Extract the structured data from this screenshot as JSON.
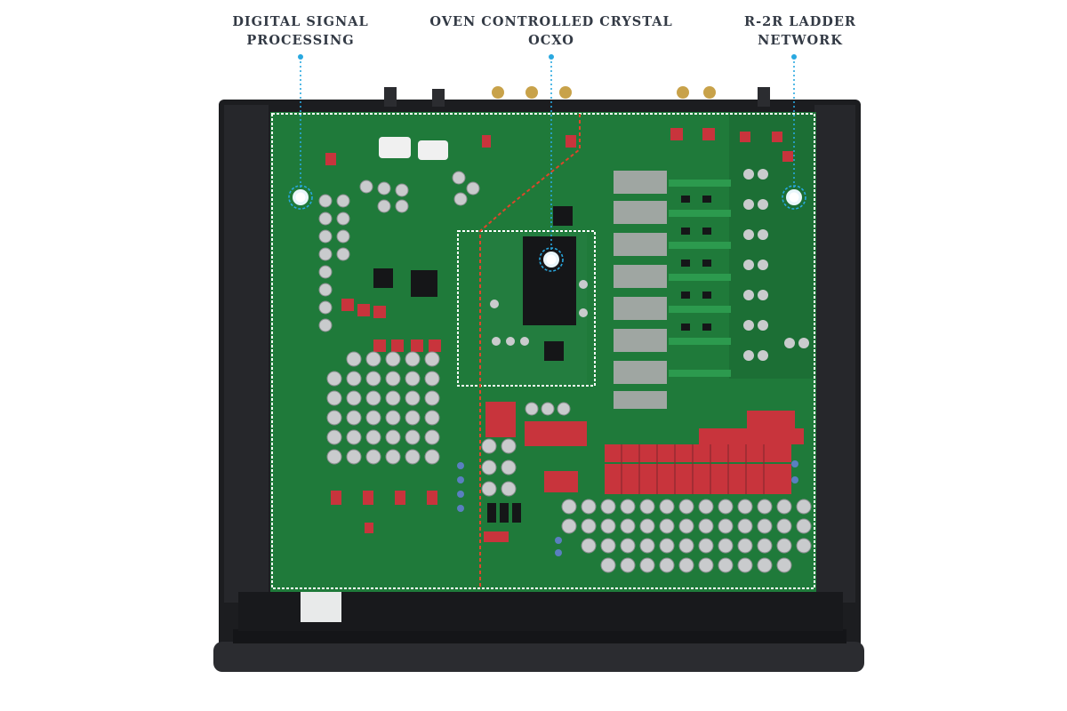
{
  "image": {
    "subject": "Top-down view of an R-2R ladder DAC with its cover removed, annotated with callouts",
    "colors": {
      "background": "#ffffff",
      "chassis": "#1c1d20",
      "pcb": "#1f7a3a",
      "capacitor": "#c9cbcd",
      "film_cap": "#c8343c",
      "callout_line": "#29a8e0",
      "divider_dashed": "#e0452a",
      "outline_dashed": "#ffffff"
    }
  },
  "callouts": [
    {
      "id": "dsp",
      "lines": [
        "DIGITAL SIGNAL",
        "PROCESSING"
      ],
      "marker": "marker-icon"
    },
    {
      "id": "ocxo",
      "lines": [
        "OVEN CONTROLLED CRYSTAL",
        "OCXO"
      ],
      "marker": "marker-icon"
    },
    {
      "id": "r2r",
      "lines": [
        "R-2R LADDER",
        "NETWORK"
      ],
      "marker": "marker-icon"
    }
  ]
}
